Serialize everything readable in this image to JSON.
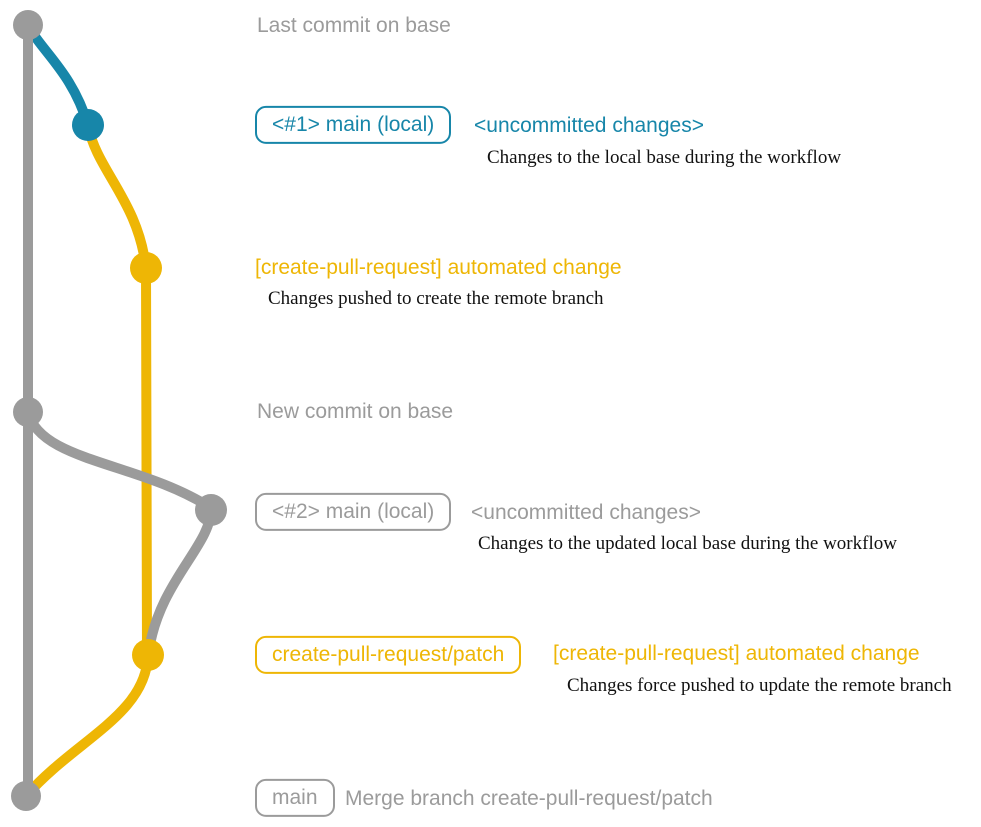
{
  "colors": {
    "gray": "#9b9b9b",
    "blue": "#1786a9",
    "yellow": "#eeb605",
    "text_black": "#111111"
  },
  "annotations": {
    "last_commit": "Last commit on base",
    "new_commit": "New commit on base"
  },
  "commits": [
    {
      "tag": "<#1> main (local)",
      "subject": "<uncommitted changes>",
      "description": "Changes to the local base during the workflow",
      "color": "blue"
    },
    {
      "tag": "",
      "subject": "[create-pull-request] automated change",
      "description": "Changes pushed to create the remote branch",
      "color": "yellow"
    },
    {
      "tag": "<#2> main (local)",
      "subject": "<uncommitted changes>",
      "description": "Changes to the updated local base during the workflow",
      "color": "gray"
    },
    {
      "tag": "create-pull-request/patch",
      "subject": "[create-pull-request] automated change",
      "description": "Changes force pushed to update the remote branch",
      "color": "yellow"
    },
    {
      "tag": "main",
      "subject": "Merge branch create-pull-request/patch",
      "description": "",
      "color": "gray"
    }
  ]
}
